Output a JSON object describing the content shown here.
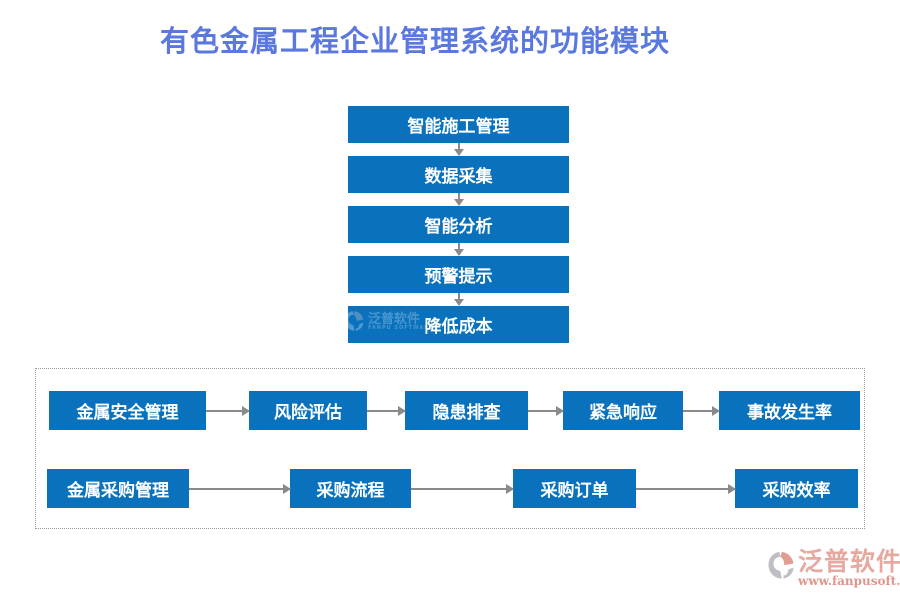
{
  "title": "有色金属工程企业管理系统的功能模块",
  "colors": {
    "box_blue": "#0a72bd",
    "title_blue": "#5a78de",
    "arrow_gray": "#8a8a8a",
    "panel_border": "#9a9a9a",
    "logo_salmon": "#e39a90",
    "logo_url_red": "#d8837a"
  },
  "vertical_flow": {
    "items": [
      {
        "label": "智能施工管理"
      },
      {
        "label": "数据采集"
      },
      {
        "label": "智能分析"
      },
      {
        "label": "预警提示"
      },
      {
        "label": "降低成本"
      }
    ]
  },
  "watermark": {
    "text": "泛普软件",
    "subtext": "FANPU SOFTWARE"
  },
  "panel": {
    "rows": [
      {
        "items": [
          "金属安全管理",
          "风险评估",
          "隐患排查",
          "紧急响应",
          "事故发生率"
        ]
      },
      {
        "items": [
          "金属采购管理",
          "采购流程",
          "采购订单",
          "采购效率"
        ]
      }
    ]
  },
  "footer_logo": {
    "name": "泛普软件",
    "url": "www.fanpusoft.com"
  }
}
